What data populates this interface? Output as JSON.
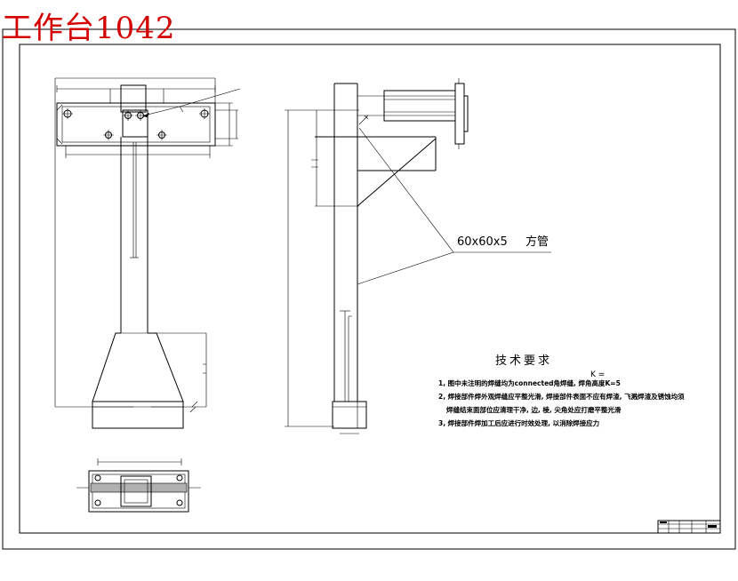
{
  "watermark": {
    "text": "工作台1042",
    "color": "#d40000"
  },
  "callout": {
    "size": "60x60x5",
    "name": "方管"
  },
  "tech_requirements": {
    "title": "技术要求",
    "k_label": "K =",
    "items": [
      "1, 图中未注明的焊缝均为connected角焊缝, 焊角高度K=5",
      "2, 焊接部件焊外观焊缝应平整光滑, 焊接部件表面不应有焊渣, 飞溅焊渣及锈蚀均须",
      "焊缝结束面部位应清理干净, 边, 棱, 尖角处应打磨平整光滑",
      "3, 焊接部件焊加工后应进行时效处理, 以消除焊接应力"
    ]
  },
  "colors": {
    "stroke": "#000000",
    "background": "#ffffff"
  }
}
